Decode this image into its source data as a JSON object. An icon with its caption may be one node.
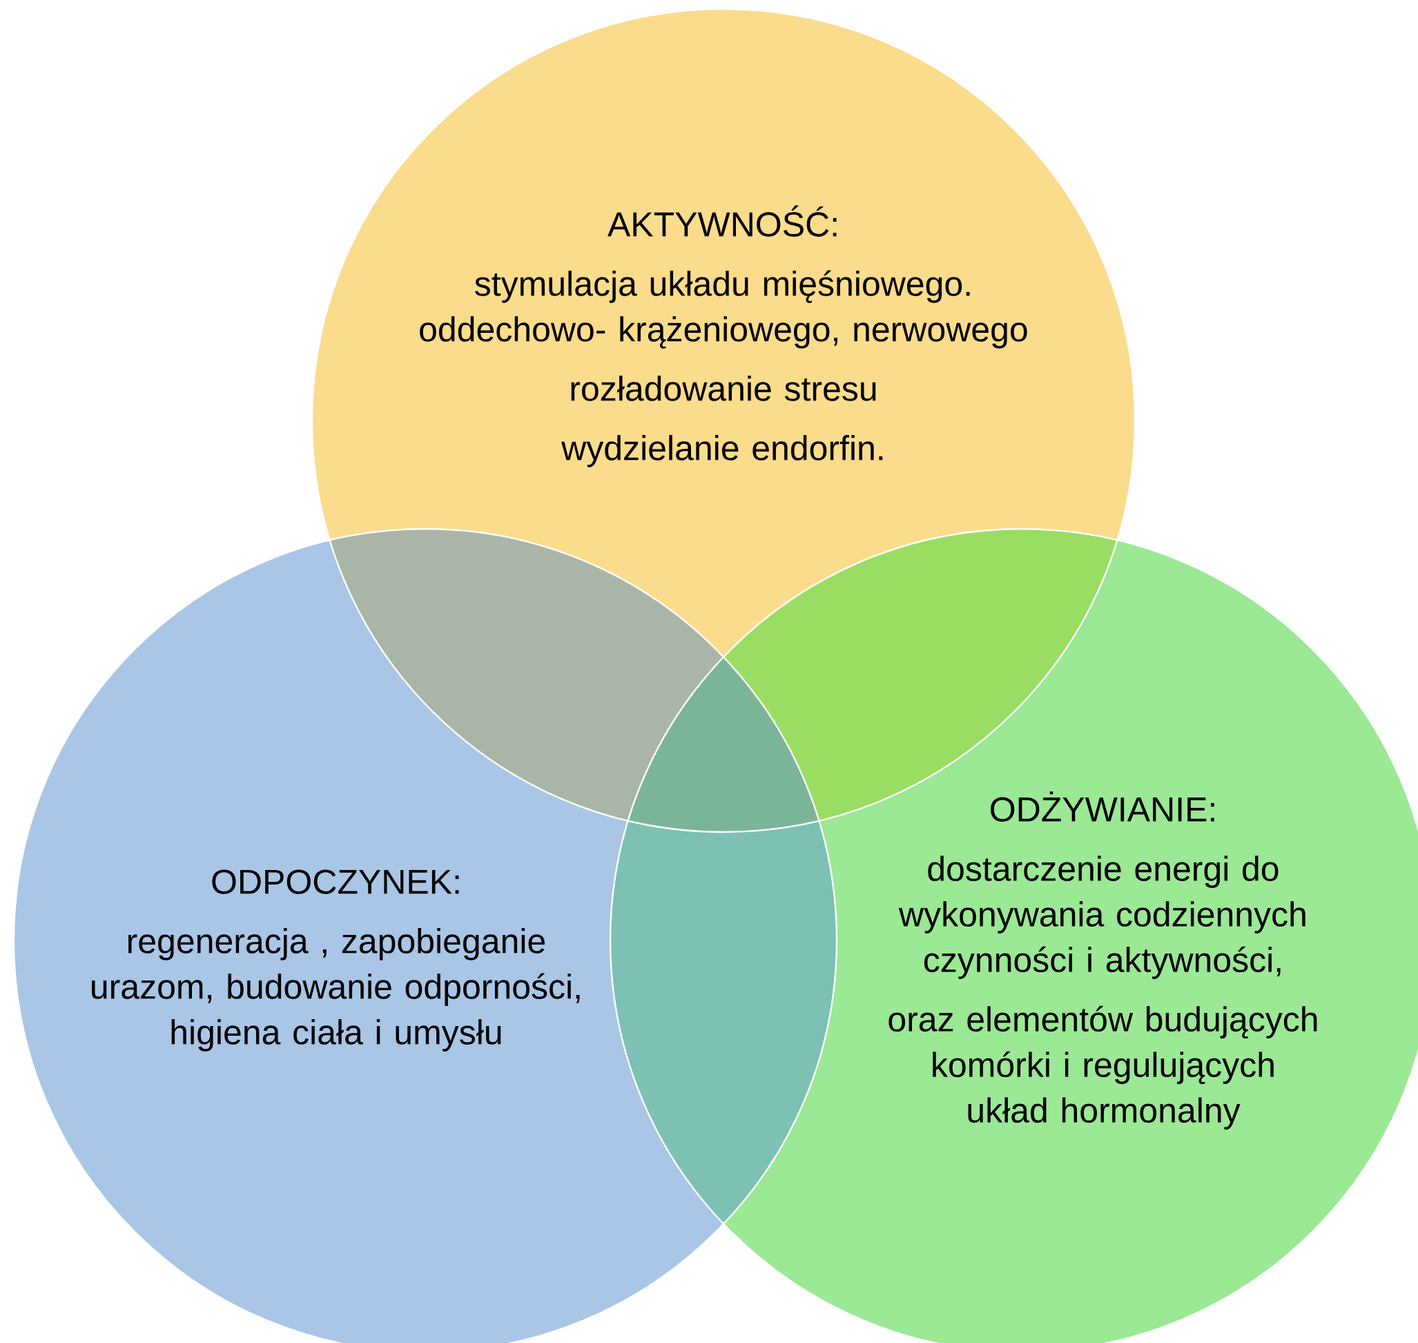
{
  "diagram": {
    "nodes": [
      {
        "text": [
          "AKTYWNOŚĆ:",
          "stymulacja układu mięśniowego. oddechowo- krążeniowego, nerwowego",
          "rozładowanie stresu",
          "wydzielanie endorfin."
        ]
      },
      {
        "text": [
          "ODPOCZYNEK:",
          "regeneracja , zapobieganie urazom, budowanie odporności, higiena ciała i umysłu"
        ]
      },
      {
        "text": [
          "ODŻYWIANIE:",
          "dostarczenie energi do wykonywania codziennych czynności i aktywności,",
          "oraz elementów budujących komórki i regulujących układ hormonalny"
        ]
      }
    ]
  }
}
